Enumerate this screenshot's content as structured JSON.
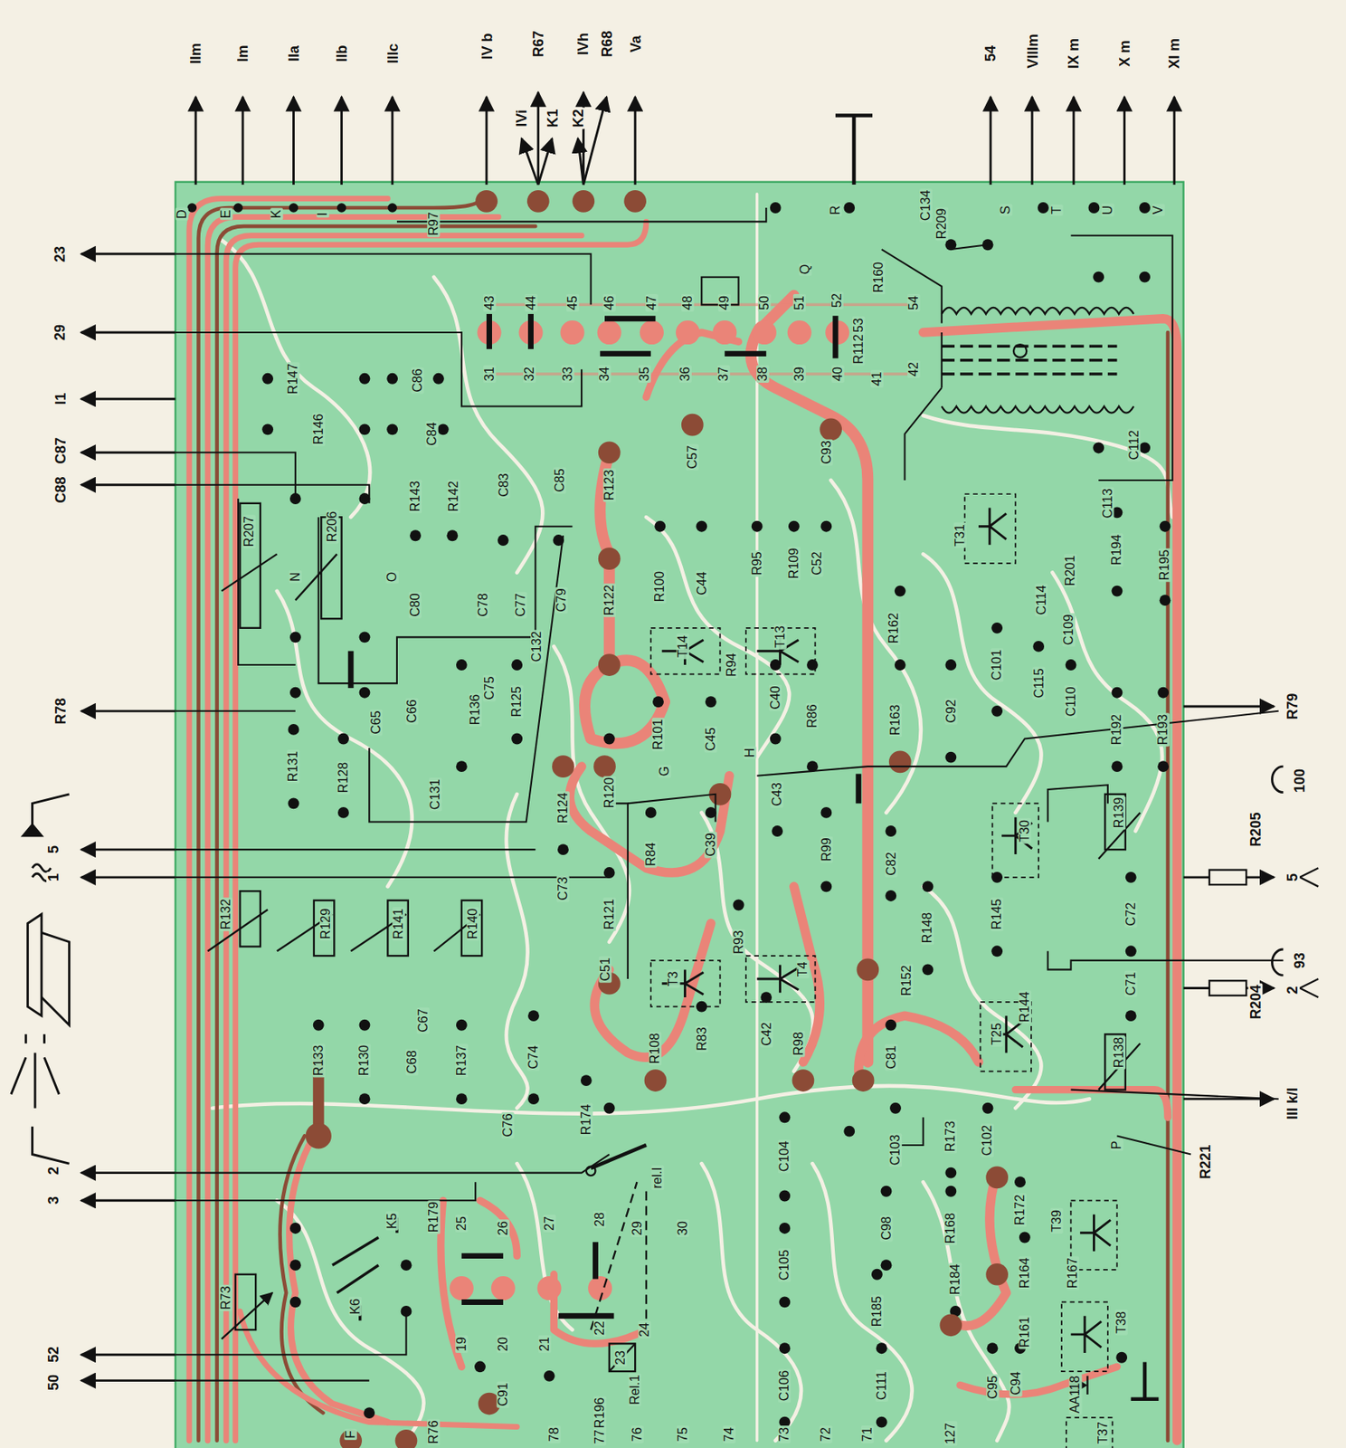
{
  "diagram": {
    "labels": [
      "IIm",
      "Im",
      "IIa",
      "IIb",
      "IIIc",
      "IV b",
      "R67",
      "IVh",
      "R68",
      "Va",
      "IVi",
      "K1",
      "K2",
      "54",
      "VIIIm",
      "IX m",
      "X m",
      "XI m",
      "23",
      "29",
      "I1",
      "C87",
      "C88",
      "R78",
      "5",
      "1",
      "2",
      "3",
      "52",
      "50",
      "R79",
      "100",
      "R205",
      "5",
      "93",
      "2",
      "R204",
      "III k/l",
      "R221",
      "D",
      "E",
      "K",
      "I",
      "R97",
      "R",
      "C134",
      "R209",
      "S",
      "T",
      "U",
      "V",
      "Q",
      "43",
      "44",
      "45",
      "46",
      "47",
      "48",
      "49",
      "50",
      "51",
      "52",
      "53",
      "R160",
      "54",
      "31",
      "32",
      "33",
      "34",
      "35",
      "36",
      "37",
      "38",
      "39",
      "40",
      "R112",
      "41",
      "42",
      "R147",
      "C86",
      "R146",
      "C84",
      "R207",
      "R206",
      "N",
      "O",
      "R143",
      "R142",
      "C83",
      "C85",
      "C80",
      "C78",
      "C77",
      "C132",
      "C79",
      "C75",
      "R136",
      "R125",
      "C65",
      "C66",
      "R131",
      "R128",
      "C131",
      "R124",
      "R120",
      "R132",
      "R129",
      "R141",
      "R140",
      "C73",
      "R133",
      "R130",
      "C68",
      "C67",
      "R137",
      "C74",
      "C76",
      "R174",
      "C51",
      "R121",
      "R84",
      "C39",
      "R93",
      "T3",
      "T4",
      "R108",
      "R83",
      "C42",
      "R98",
      "R99",
      "C43",
      "R86",
      "C40",
      "H",
      "G",
      "R101",
      "C45",
      "R94",
      "R100",
      "C44",
      "T14",
      "R95",
      "R109",
      "C52",
      "T13",
      "R122",
      "R123",
      "C57",
      "C93",
      "R163",
      "C92",
      "R162",
      "C101",
      "C115",
      "C110",
      "C109",
      "C114",
      "R201",
      "R194",
      "R195",
      "C112",
      "C113",
      "T31",
      "T30",
      "R139",
      "R192",
      "R193",
      "C82",
      "R148",
      "R152",
      "R145",
      "R144",
      "C72",
      "C71",
      "R138",
      "T25",
      "C81",
      "R173",
      "C102",
      "P",
      "C103",
      "C104",
      "C98",
      "R168",
      "R172",
      "R184",
      "R164",
      "T39",
      "R167",
      "T38",
      "R161",
      "C95",
      "C94",
      "AA118",
      "R185",
      "C111",
      "C105",
      "C106",
      "R196",
      "Rel.1",
      "24",
      "23",
      "22",
      "21",
      "20",
      "19",
      "C91",
      "25",
      "26",
      "27",
      "28",
      "29",
      "30",
      "R179",
      "K5",
      "K6",
      "R73",
      "F",
      "R76",
      "rel.I",
      "78",
      "77",
      "76",
      "75",
      "74",
      "73",
      "72",
      "71",
      "127",
      "T37"
    ]
  }
}
